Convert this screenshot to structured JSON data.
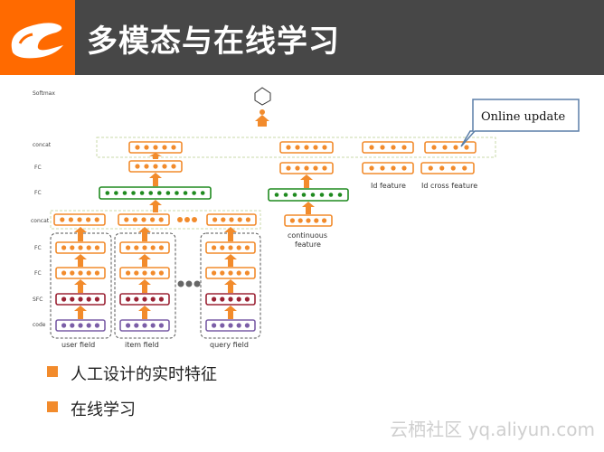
{
  "slide": {
    "title": "多模态与在线学习",
    "watermark": "云栖社区 yq.aliyun.com"
  },
  "diagram": {
    "row_labels": [
      "Softmax",
      "concat",
      "FC",
      "FC",
      "concat",
      "FC",
      "FC",
      "SFC",
      "code"
    ],
    "online_update": "Online update",
    "continuous_feature": "continuous\nfeature",
    "id_feature": "Id feature",
    "id_cross_feature": "Id cross feature",
    "field_labels": [
      "user field",
      "item field",
      "query field"
    ]
  },
  "bullets": [
    "人工设计的实时特征",
    "在线学习"
  ],
  "colors": {
    "accent_orange": "#ff6a00",
    "header_bg": "#474747",
    "node_orange": "#f28b2c",
    "node_green": "#1f8a1f",
    "node_red": "#9b2335",
    "node_purple": "#7b5ea7",
    "callout_border": "#5b7fa8"
  }
}
